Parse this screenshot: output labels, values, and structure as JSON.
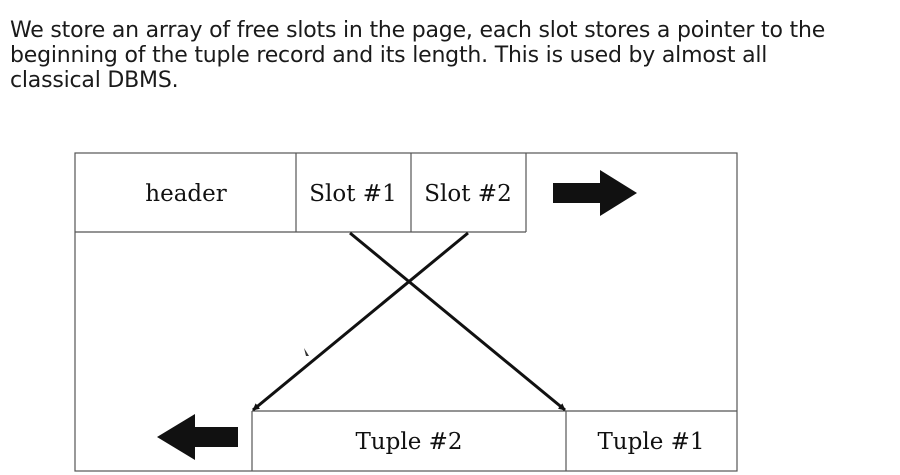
{
  "caption": {
    "lines": [
      "We store an array of free slots in the page, each slot stores a pointer to the",
      "beginning of the tuple record and its length. This is used by almost all",
      "classical DBMS."
    ]
  },
  "diagram": {
    "header_label": "header",
    "slot1_label": "Slot #1",
    "slot2_label": "Slot #2",
    "tuple2_label": "Tuple #2",
    "tuple1_label": "Tuple #1"
  },
  "colors": {
    "ink": "#111111",
    "border": "#555555",
    "background": "#ffffff"
  }
}
